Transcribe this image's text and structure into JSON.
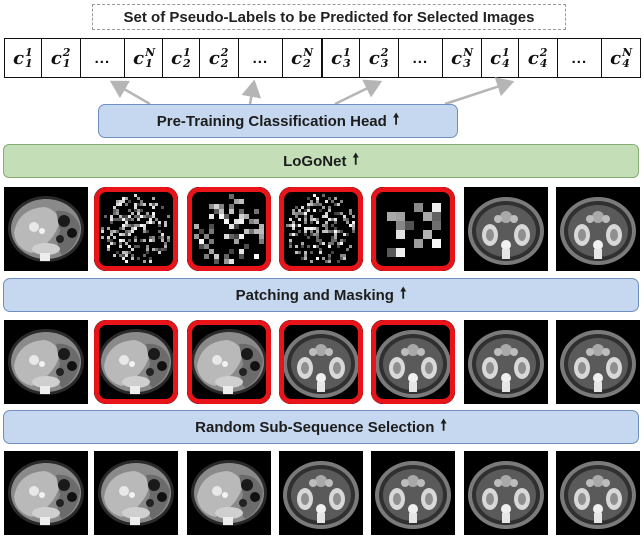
{
  "top_title": "Set of Pseudo-Labels to be Predicted for Selected Images",
  "label_sets": [
    {
      "cells": [
        {
          "sup": "1",
          "sub": "1"
        },
        {
          "sup": "2",
          "sub": "1"
        },
        {
          "dots": "..."
        },
        {
          "sup": "N",
          "sub": "1"
        }
      ]
    },
    {
      "cells": [
        {
          "sup": "1",
          "sub": "2"
        },
        {
          "sup": "2",
          "sub": "2"
        },
        {
          "dots": "..."
        },
        {
          "sup": "N",
          "sub": "2"
        }
      ]
    },
    {
      "cells": [
        {
          "sup": "1",
          "sub": "3"
        },
        {
          "sup": "2",
          "sub": "3"
        },
        {
          "dots": "..."
        },
        {
          "sup": "N",
          "sub": "3"
        }
      ]
    },
    {
      "cells": [
        {
          "sup": "1",
          "sub": "4"
        },
        {
          "sup": "2",
          "sub": "4"
        },
        {
          "dots": "..."
        },
        {
          "sup": "N",
          "sub": "4"
        }
      ]
    }
  ],
  "cell_letter": "c",
  "pretraining_head": {
    "label": "Pre-Training Classification Head",
    "arrow": "🠕"
  },
  "logonet": {
    "label": "LoGoNet",
    "arrow": "🠕"
  },
  "patching": {
    "label": "Patching and Masking",
    "arrow": "🠕"
  },
  "random_selection": {
    "label": "Random Sub-Sequence Selection",
    "arrow": "🠕"
  },
  "colors": {
    "blue_fill": "#c6d8ef",
    "blue_border": "#6f8fbf",
    "green_fill": "#c4dfb7",
    "highlight": "#e8141a"
  },
  "rows": {
    "bottom": [
      {
        "kind": "liver",
        "selected": false
      },
      {
        "kind": "liver",
        "selected": false
      },
      {
        "kind": "liver",
        "selected": false
      },
      {
        "kind": "kidney",
        "selected": false
      },
      {
        "kind": "kidney",
        "selected": false
      },
      {
        "kind": "kidney",
        "selected": false
      },
      {
        "kind": "kidney",
        "selected": false
      }
    ],
    "middle": [
      {
        "kind": "liver",
        "selected": false
      },
      {
        "kind": "liver",
        "selected": true
      },
      {
        "kind": "liver",
        "selected": true
      },
      {
        "kind": "kidney",
        "selected": true
      },
      {
        "kind": "kidney",
        "selected": true
      },
      {
        "kind": "kidney",
        "selected": false
      },
      {
        "kind": "kidney",
        "selected": false
      }
    ],
    "top": [
      {
        "kind": "liver",
        "selected": false
      },
      {
        "kind": "mask-fine",
        "selected": true
      },
      {
        "kind": "mask-medium",
        "selected": true
      },
      {
        "kind": "mask-fine2",
        "selected": true
      },
      {
        "kind": "mask-coarse",
        "selected": true
      },
      {
        "kind": "kidney",
        "selected": false
      },
      {
        "kind": "kidney",
        "selected": false
      }
    ]
  }
}
